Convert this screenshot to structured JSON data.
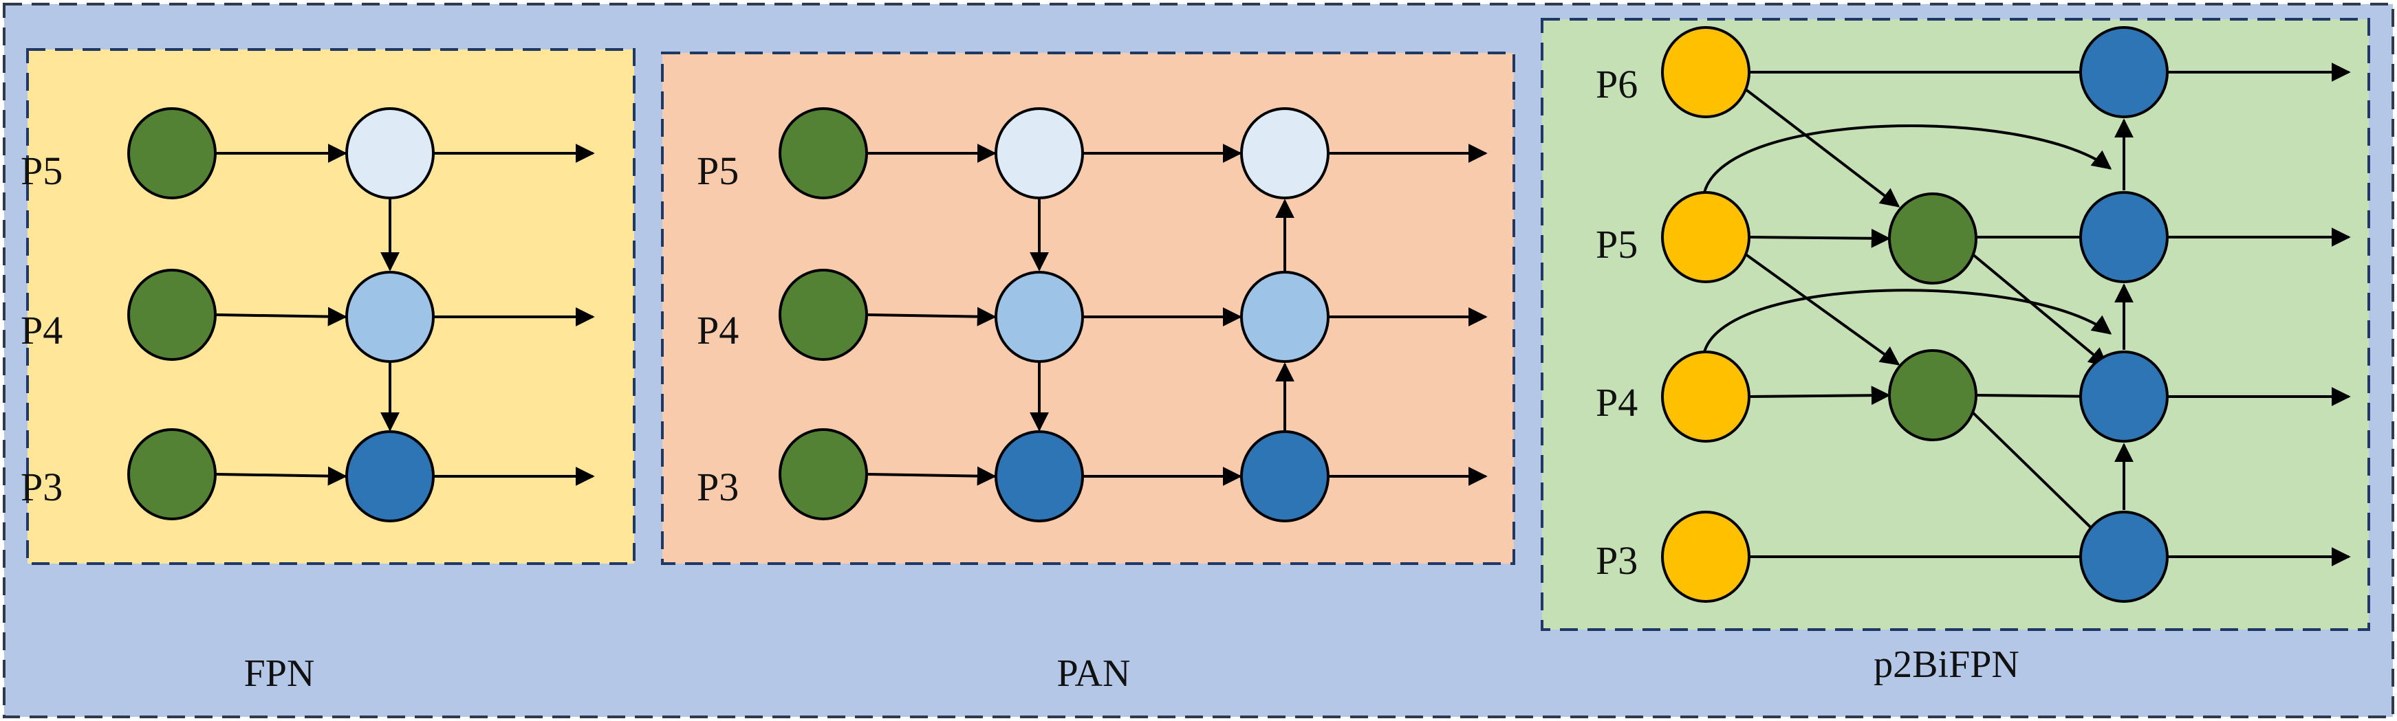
{
  "colors": {
    "background": "#b4c7e7",
    "fpn_panel": "#ffe699",
    "pan_panel": "#f8cbad",
    "bifpn_panel": "#c5e0b4",
    "panel_border": "#1f3864",
    "green_node": "#548235",
    "pale_blue_node": "#deebf7",
    "light_blue_node": "#9dc3e6",
    "blue_node": "#2e75b6",
    "yellow_node": "#ffc000"
  },
  "panels": {
    "fpn": {
      "label": "FPN",
      "levels": [
        "P5",
        "P4",
        "P3"
      ]
    },
    "pan": {
      "label": "PAN",
      "levels": [
        "P5",
        "P4",
        "P3"
      ]
    },
    "bifpn": {
      "label": "p2BiFPN",
      "levels": [
        "P6",
        "P5",
        "P4",
        "P3"
      ]
    }
  }
}
